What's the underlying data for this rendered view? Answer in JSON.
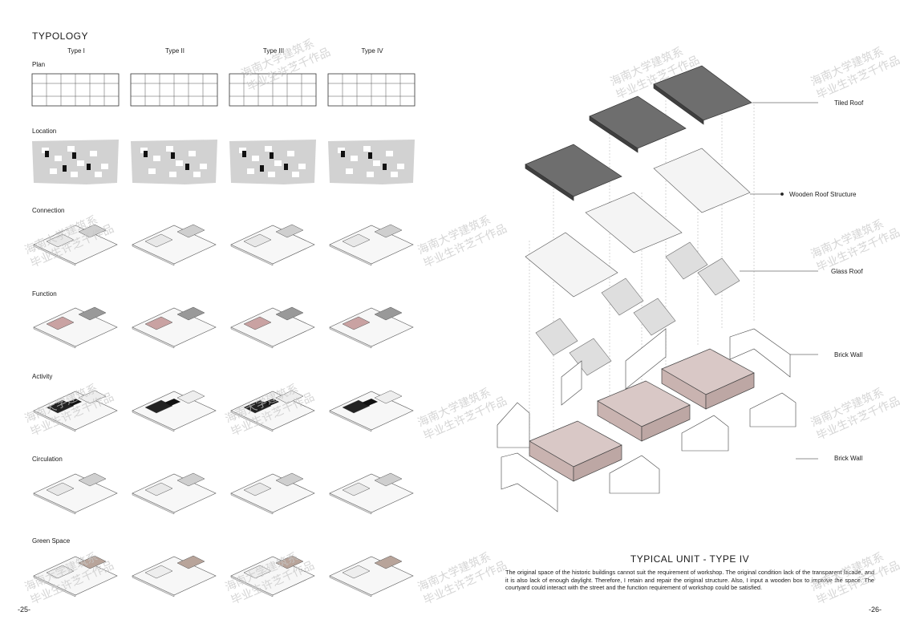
{
  "page_title": "TYPOLOGY",
  "column_headers": [
    "Type I",
    "Type II",
    "Type III",
    "Type IV"
  ],
  "row_labels": [
    "Plan",
    "Location",
    "Connection",
    "Function",
    "Activity",
    "Circulation",
    "Green Space"
  ],
  "layers": [
    {
      "label": "Tiled Roof"
    },
    {
      "label": "Wooden Roof Structure"
    },
    {
      "label": "Glass Roof"
    },
    {
      "label": "Brick Wall"
    },
    {
      "label": "Brick Wall"
    }
  ],
  "right_title": "TYPICAL UNIT - TYPE IV",
  "description": "The original space of the historic buildings cannot suit the requirement of workshop. The original condition lack of the transparent facade, and it is also lack of enough daylight. Therefore, I retain and repair the original structure. Also, I input a wooden box to improve the space. The courtyard could interact with the street and the function requirement of workshop could be satisfied.",
  "page_numbers": {
    "left": "-25-",
    "right": "-26-"
  },
  "watermark_lines": [
    "海南大学建筑系",
    "毕业生许芝千作品"
  ],
  "colors": {
    "function_highlight": "#c9a2a2",
    "wood_box": "#d9c8c6",
    "roof_tile": "#5a5a5a",
    "location_bg": "#d2d2d2"
  }
}
